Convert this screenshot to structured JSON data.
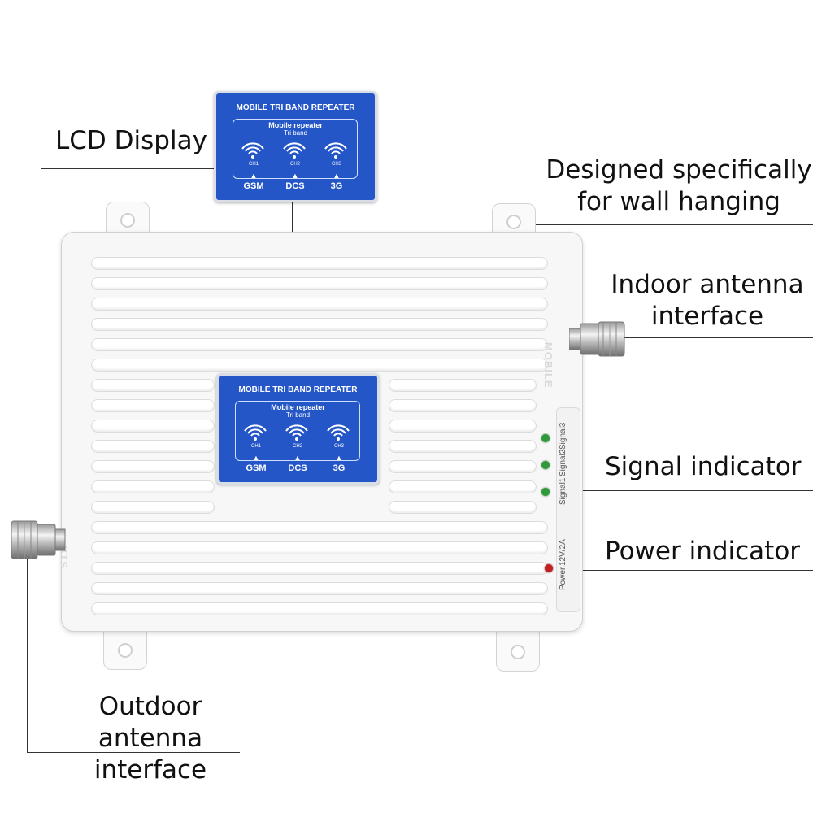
{
  "callouts": {
    "lcd": "LCD Display",
    "wall_line1": "Designed specifically",
    "wall_line2": "for wall hanging",
    "indoor_line1": "Indoor antenna",
    "indoor_line2": "interface",
    "signal": "Signal indicator",
    "power": "Power indicator",
    "outdoor_line1": "Outdoor antenna",
    "outdoor_line2": "interface"
  },
  "lcd_panel": {
    "title": "MOBILE TRI BAND REPEATER",
    "subtitle": "Mobile repeater",
    "subtitle2": "Tri band",
    "channels": [
      "CH1",
      "CH2",
      "CH3"
    ],
    "bands": [
      "GSM",
      "DCS",
      "3G"
    ]
  },
  "device": {
    "port_mobile": "MOBILE",
    "port_bts": "BTS",
    "signal_labels": [
      "Signal3",
      "Signal2",
      "Signal1"
    ],
    "power_label": "Power",
    "power_spec": "12V/2A"
  },
  "colors": {
    "lcd_blue": "#2456c8",
    "led_green": "#2f9a3a",
    "led_red": "#c22020"
  }
}
